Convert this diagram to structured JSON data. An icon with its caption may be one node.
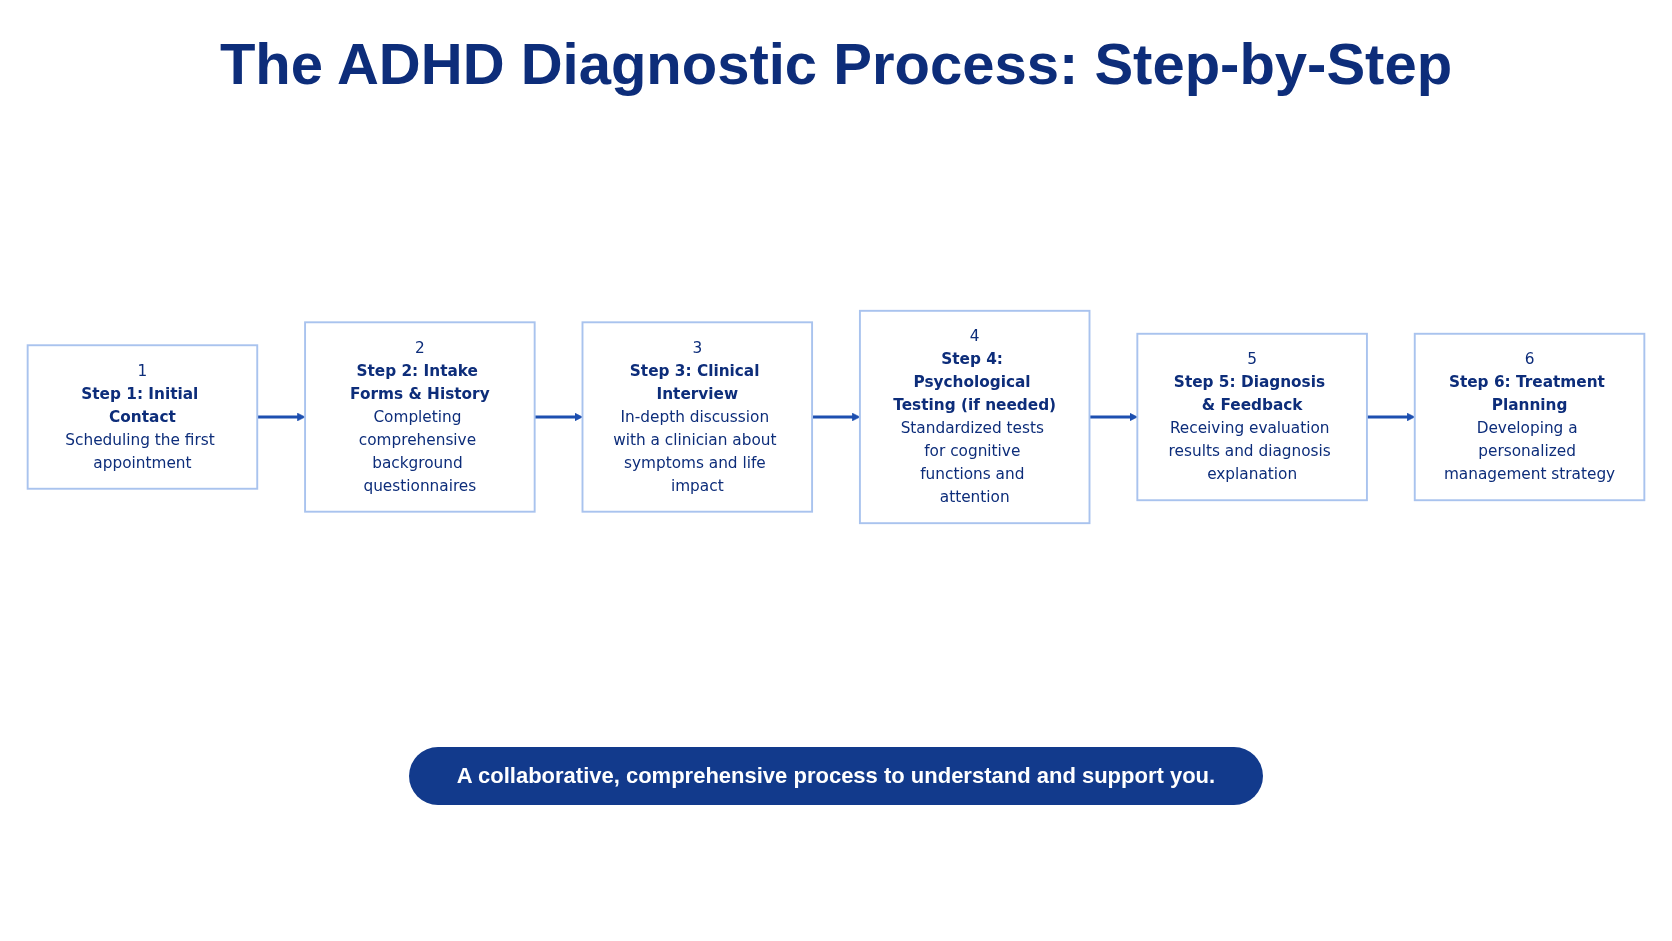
{
  "diagram": {
    "title": "The ADHD Diagnostic Process: Step-by-Step",
    "nodes": [
      {
        "text": [
          "1",
          "Step 1: Initial Contact",
          "Scheduling the first appointment"
        ]
      },
      {
        "text": [
          "2",
          "Step 2: Intake Forms & History",
          "Completing comprehensive background questionnaires"
        ]
      },
      {
        "text": [
          "3",
          "Step 3: Clinical Interview",
          "In-depth discussion with a clinician about symptoms and life impact"
        ]
      },
      {
        "text": [
          "4",
          "Step 4: Psychological Testing (if needed)",
          "Standardized tests for cognitive functions and attention"
        ]
      },
      {
        "text": [
          "5",
          "Step 5: Diagnosis & Feedback",
          "Receiving evaluation results and diagnosis explanation"
        ]
      },
      {
        "text": [
          "6",
          "Step 6: Treatment Planning",
          "Developing a personalized management strategy"
        ]
      }
    ],
    "edges": [
      {
        "from": 0,
        "to": 1,
        "arrow": "to"
      },
      {
        "from": 1,
        "to": 2,
        "arrow": "to"
      },
      {
        "from": 2,
        "to": 3,
        "arrow": "to"
      },
      {
        "from": 3,
        "to": 4,
        "arrow": "to"
      },
      {
        "from": 4,
        "to": 5,
        "arrow": "to"
      }
    ],
    "caption": "A collaborative, comprehensive process to understand and support you."
  }
}
